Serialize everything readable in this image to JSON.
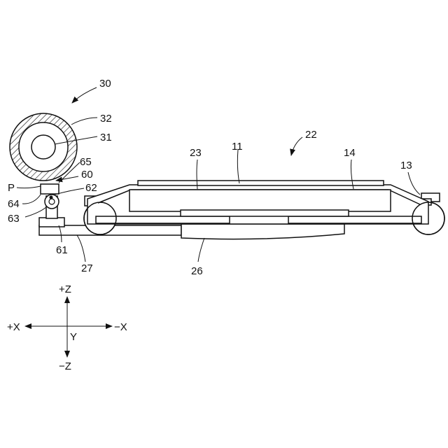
{
  "labels": {
    "l30": "30",
    "l32": "32",
    "l31": "31",
    "l22": "22",
    "l23": "23",
    "l11": "11",
    "l14": "14",
    "l13": "13",
    "l65": "65",
    "l60": "60",
    "lP": "P",
    "l62": "62",
    "l64": "64",
    "l63": "63",
    "l61": "61",
    "l27": "27",
    "l26": "26"
  },
  "axes": {
    "plus_z": "+Z",
    "minus_z": "−Z",
    "plus_x": "+X",
    "minus_x": "−X",
    "y": "Y"
  }
}
